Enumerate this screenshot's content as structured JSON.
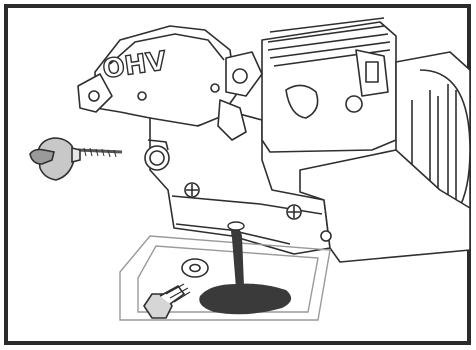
{
  "figure": {
    "engine_badge_text": "OHV",
    "parts": {
      "engine": "engine-illustration",
      "dipstick": "oil-filler-cap-dipstick",
      "fill_port": "oil-fill-port",
      "drain_plug": "oil-drain-plug",
      "washer": "sealing-washer",
      "drain_pan": "drain-pan",
      "oil": "draining-oil"
    },
    "colors": {
      "line": "#2f2f2f",
      "oil": "#3a3a3a",
      "frame": "#2b2b2b",
      "shade": "#8a8a8a"
    }
  }
}
